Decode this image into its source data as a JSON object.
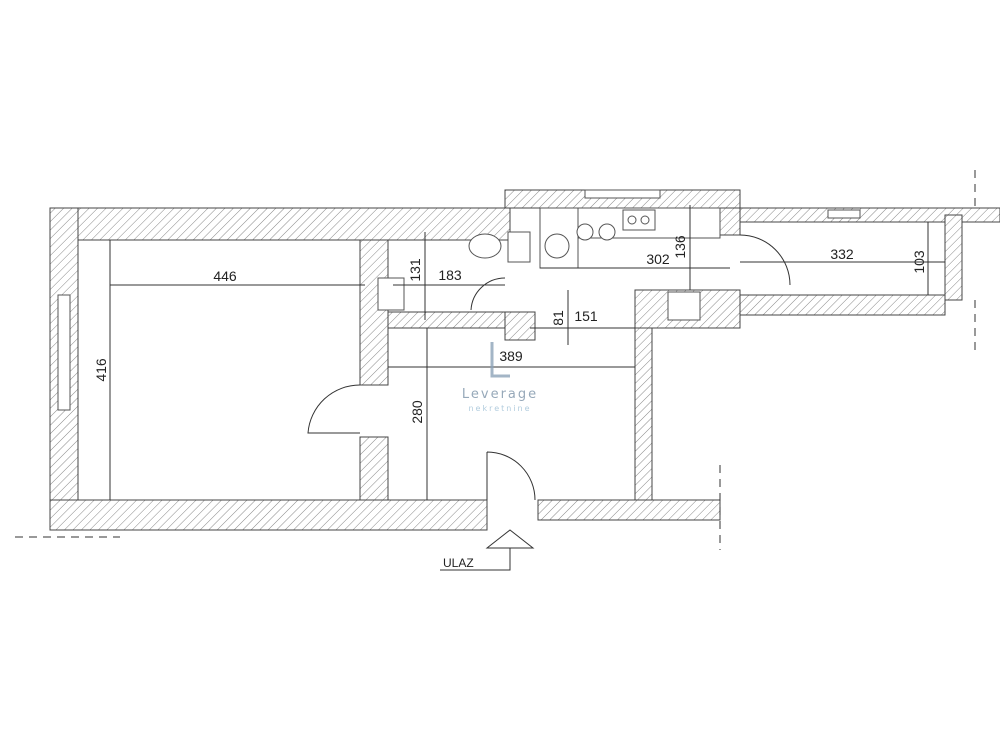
{
  "plan": {
    "dimensions": {
      "room_left_width": "446",
      "room_left_depth": "416",
      "bath_width": "183",
      "bath_depth": "131",
      "kitchen_width": "302",
      "kitchen_depth": "136",
      "corridor_width": "332",
      "corridor_depth": "103",
      "hall_depth_small": "81",
      "hall_width_small": "151",
      "hall_width": "389",
      "hall_depth": "280"
    },
    "entrance_label": "ULAZ",
    "logo": {
      "name": "Leverage",
      "subtitle": "nekretnine",
      "color": "#7d93a8"
    },
    "colors": {
      "wall_stroke": "#444444",
      "hatch": "#888888"
    }
  }
}
